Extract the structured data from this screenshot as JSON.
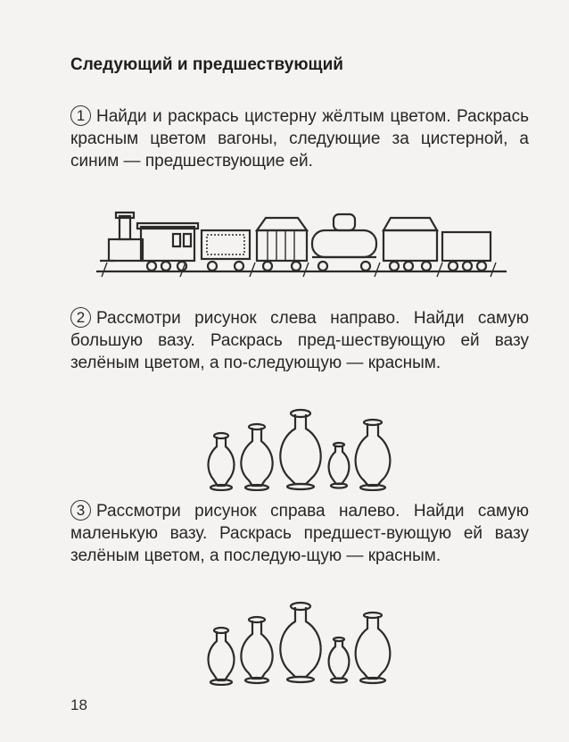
{
  "section_title": "Следующий и предшествующий",
  "tasks": [
    {
      "number": "1",
      "text": "Найди и раскрась цистерну жёлтым цветом. Раскрась красным цветом вагоны, следующие за цистерной, а синим — предшествующие ей."
    },
    {
      "number": "2",
      "text": "Рассмотри рисунок слева направо. Найди самую большую вазу. Раскрась пред-шествующую ей вазу зелёным цветом, а по-следующую — красным."
    },
    {
      "number": "3",
      "text": "Рассмотри рисунок справа налево. Найди самую маленькую вазу. Раскрась предшест-вующую ей вазу зелёным цветом, а последую-щую — красным."
    }
  ],
  "page_number": "18"
}
